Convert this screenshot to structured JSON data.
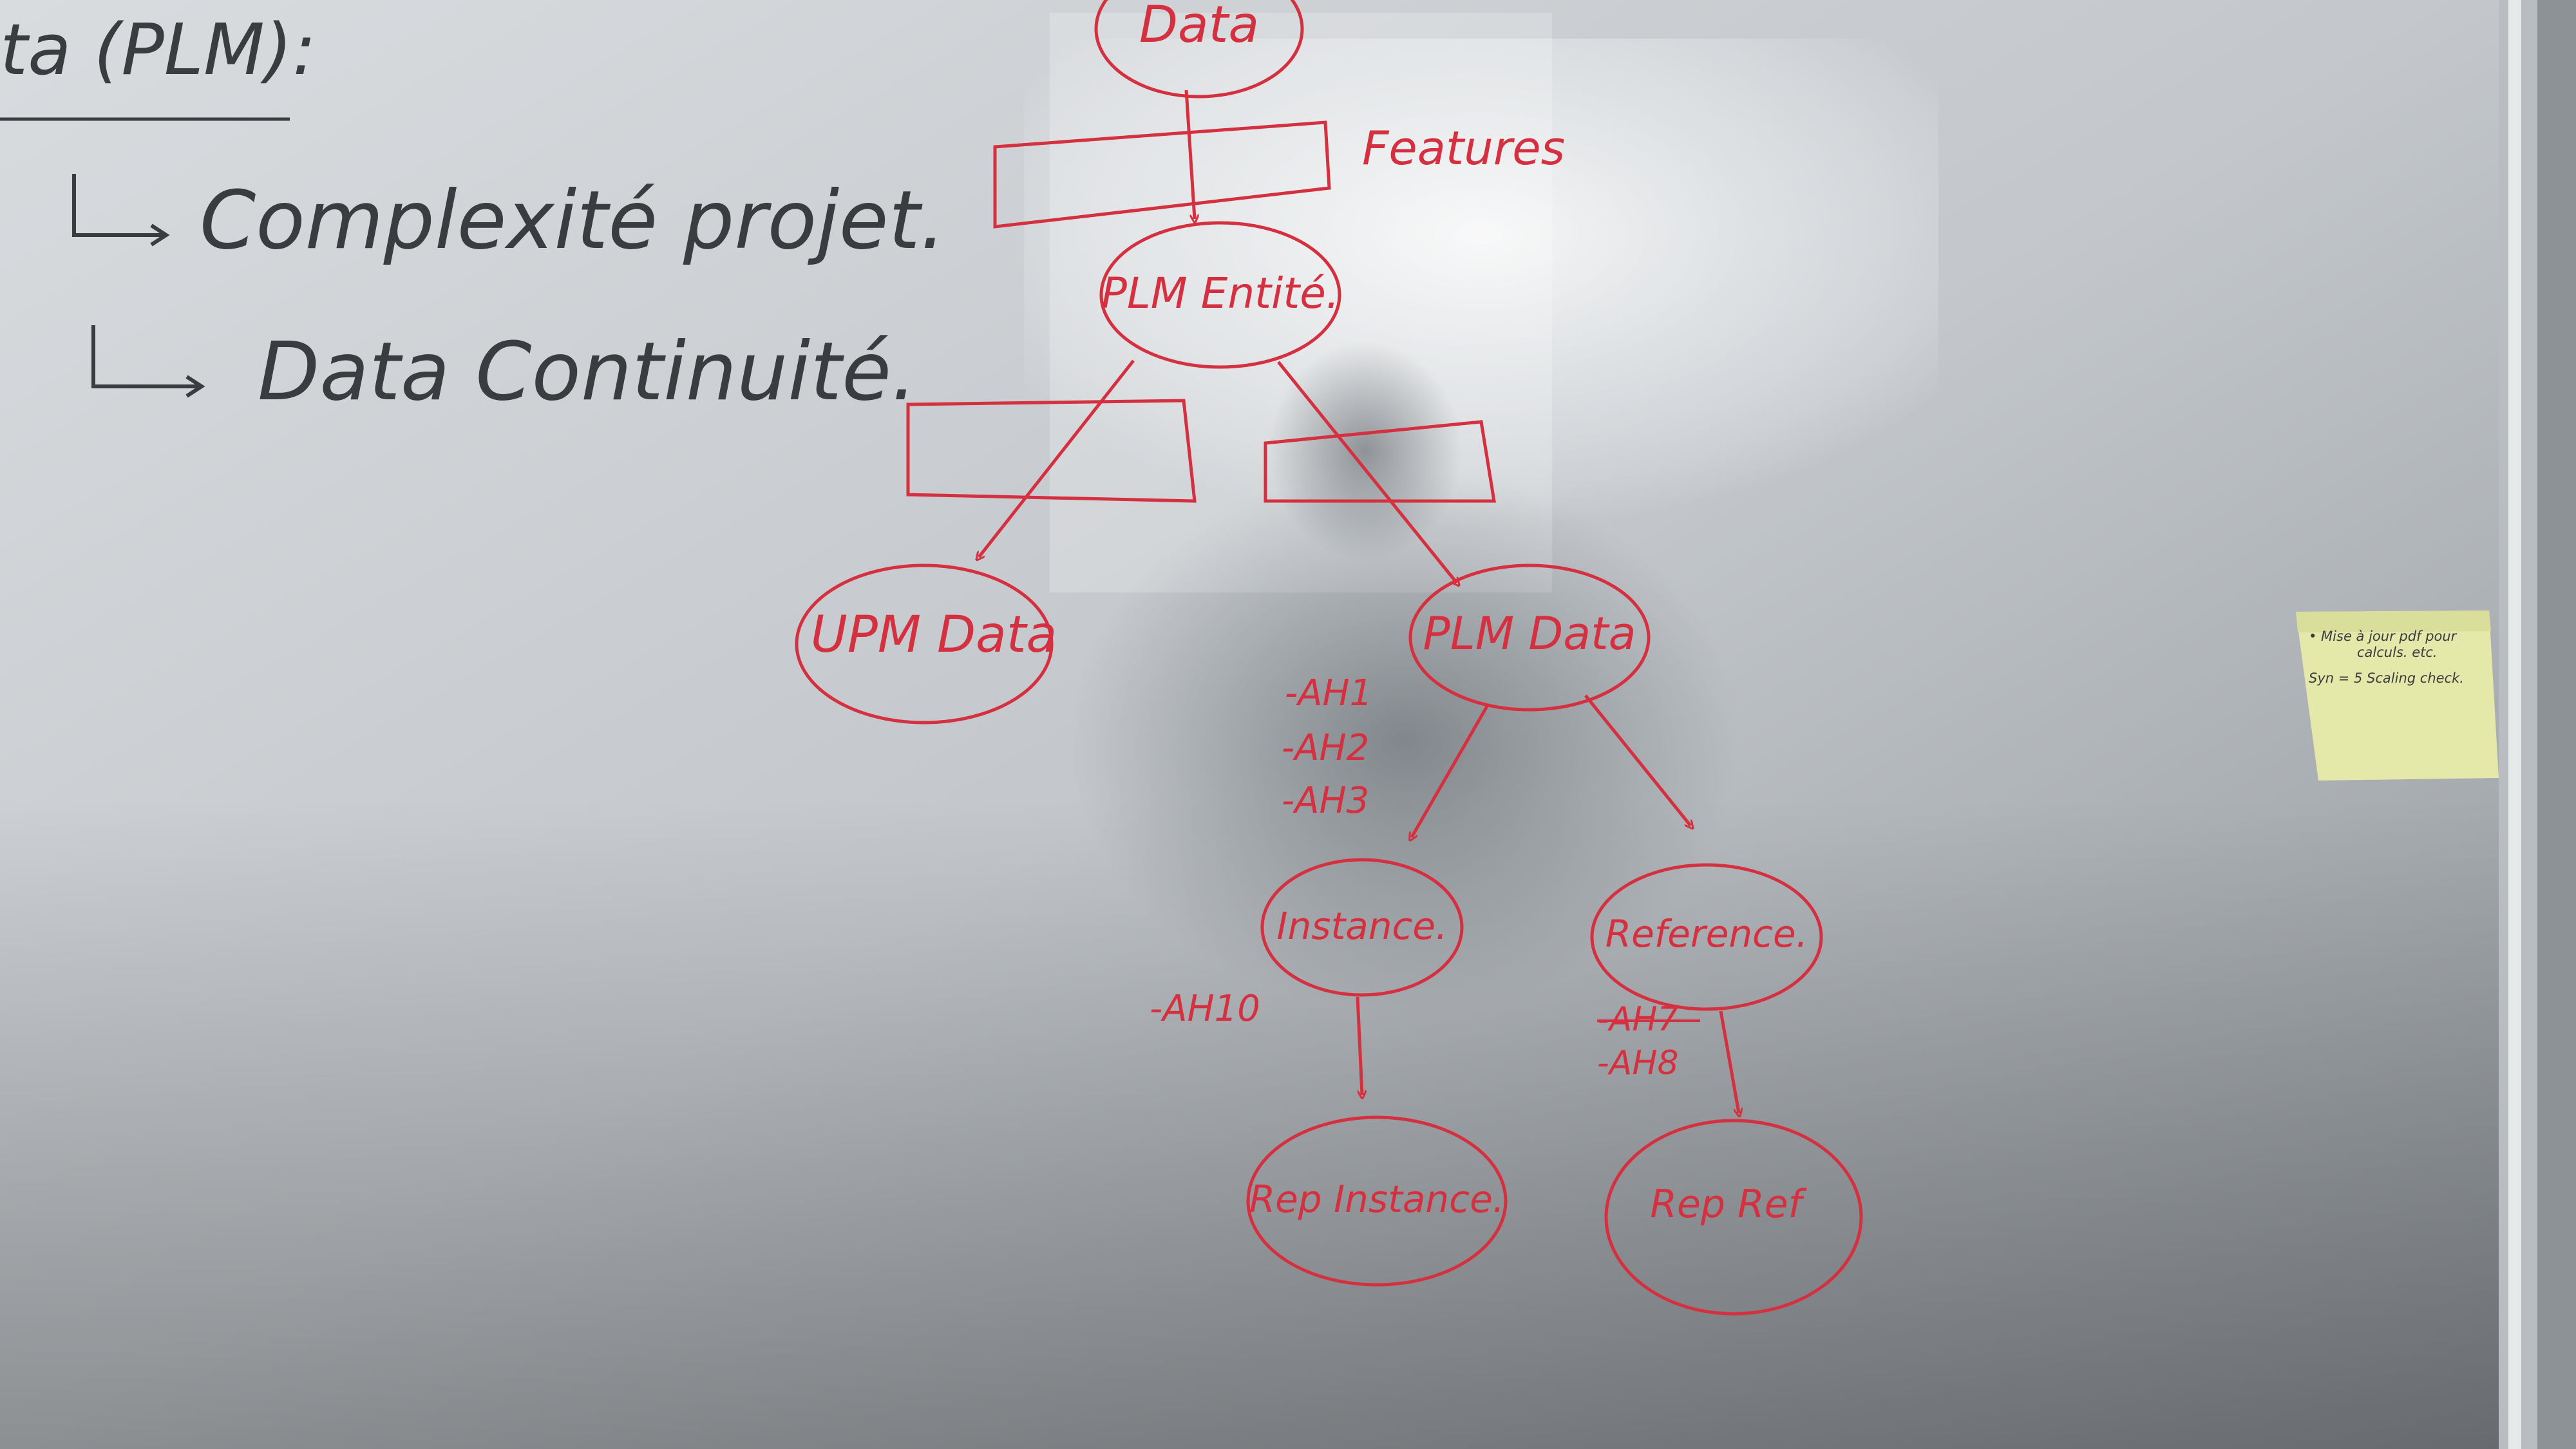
{
  "whiteboard": {
    "heading": "ta (PLM):",
    "bullet_1": "Complexité projet.",
    "bullet_2": "Data Continuité."
  },
  "diagram": {
    "nodes": {
      "data": "Data",
      "features": "Features",
      "plm_entite": "PLM Entité.",
      "upm_data": "UPM Data",
      "plm_data": "PLM Data",
      "instance": "Instance.",
      "reference": "Reference.",
      "rep_instance": "Rep Instance.",
      "rep_ref": "Rep Ref"
    },
    "annotations": {
      "ah_list_1": "-AH1",
      "ah_list_2": "-AH2",
      "ah_list_3": "-AH3",
      "ah10": "-AH10",
      "ah7": "-AH7",
      "ah8": "-AH8"
    }
  },
  "sticky_note": {
    "line_1": "• Mise à jour pdf pour",
    "line_2": "calculs. etc.",
    "line_3": "Syn = 5 Scaling check."
  },
  "colors": {
    "marker_red": "#d4303f",
    "marker_black": "#3a3c3f",
    "sticky": "#e4e9a9"
  }
}
